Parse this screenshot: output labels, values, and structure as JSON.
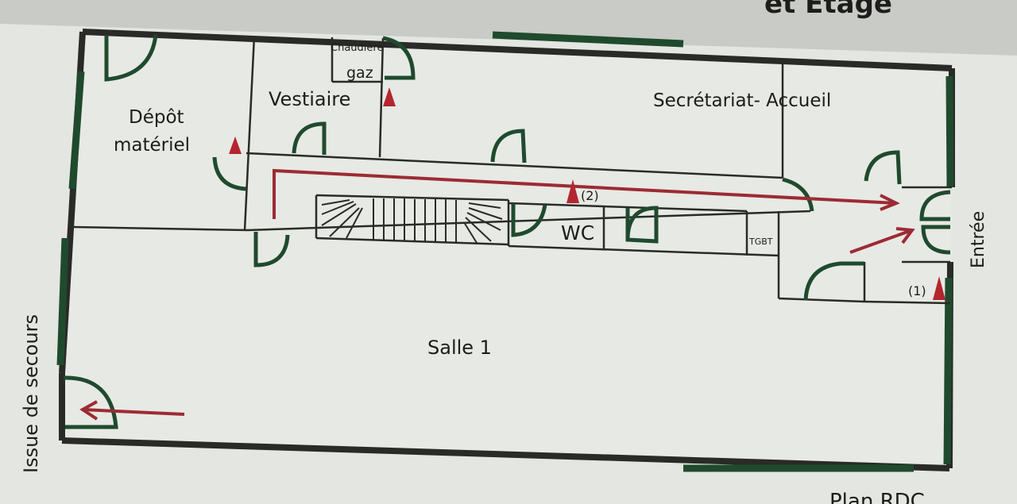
{
  "plan": {
    "top_heading": "et Étage",
    "bottom_caption": "Plan RDC",
    "colors": {
      "background": "#c9cbc6",
      "paper": "#e4e6e1",
      "wall": "#2a2a28",
      "door": "#1f4a2e",
      "evacuation": "#9c2b33",
      "extinguisher": "#b3262f"
    },
    "rooms": {
      "depot_line1": "Dépôt",
      "depot_line2": "matériel",
      "vestiaire": "Vestiaire",
      "chaudiere_line1": "Chaudière",
      "chaudiere_line2": "gaz",
      "secretariat": "Secrétariat- Accueil",
      "wc": "WC",
      "tgbt": "TGBT",
      "salle": "Salle 1"
    },
    "exits": {
      "entree": "Entrée",
      "issue_de_secours": "Issue de secours"
    },
    "extinguishers": [
      {
        "id": "depot",
        "label": ""
      },
      {
        "id": "chaudiere",
        "label": ""
      },
      {
        "id": "couloir",
        "label": "(2)"
      },
      {
        "id": "entree",
        "label": "(1)"
      }
    ]
  }
}
